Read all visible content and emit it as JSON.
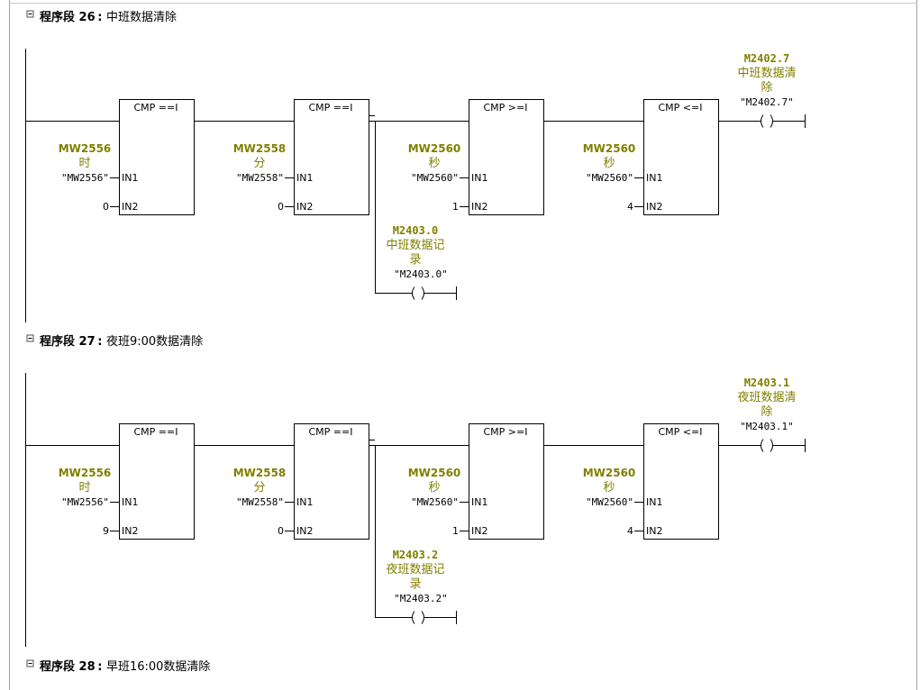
{
  "colors": {
    "background": "#ffffff",
    "wire": "#000000",
    "operand": "#808000",
    "text": "#000000",
    "frame": "#a0a0a0"
  },
  "networks": [
    {
      "label": "程序段",
      "number": "26",
      "title": "中班数据清除",
      "comparators": [
        {
          "title": "CMP ==I",
          "address": "MW2556",
          "symbol": "时",
          "symbol_quoted": "\"MW2556\"",
          "in1_label": "IN1",
          "in2_label": "IN2",
          "in2_value": "0"
        },
        {
          "title": "CMP ==I",
          "address": "MW2558",
          "symbol": "分",
          "symbol_quoted": "\"MW2558\"",
          "in1_label": "IN1",
          "in2_label": "IN2",
          "in2_value": "0"
        },
        {
          "title": "CMP >=I",
          "address": "MW2560",
          "symbol": "秒",
          "symbol_quoted": "\"MW2560\"",
          "in1_label": "IN1",
          "in2_label": "IN2",
          "in2_value": "1"
        },
        {
          "title": "CMP <=I",
          "address": "MW2560",
          "symbol": "秒",
          "symbol_quoted": "\"MW2560\"",
          "in1_label": "IN1",
          "in2_label": "IN2",
          "in2_value": "4"
        }
      ],
      "coil_main": {
        "address": "M2402.7",
        "comment_lines": [
          "中班数据清",
          "除"
        ],
        "symbol_quoted": "\"M2402.7\""
      },
      "coil_branch": {
        "address": "M2403.0",
        "comment_lines": [
          "中班数据记",
          "录"
        ],
        "symbol_quoted": "\"M2403.0\""
      }
    },
    {
      "label": "程序段",
      "number": "27",
      "title": "夜班9:00数据清除",
      "comparators": [
        {
          "title": "CMP ==I",
          "address": "MW2556",
          "symbol": "时",
          "symbol_quoted": "\"MW2556\"",
          "in1_label": "IN1",
          "in2_label": "IN2",
          "in2_value": "9"
        },
        {
          "title": "CMP ==I",
          "address": "MW2558",
          "symbol": "分",
          "symbol_quoted": "\"MW2558\"",
          "in1_label": "IN1",
          "in2_label": "IN2",
          "in2_value": "0"
        },
        {
          "title": "CMP >=I",
          "address": "MW2560",
          "symbol": "秒",
          "symbol_quoted": "\"MW2560\"",
          "in1_label": "IN1",
          "in2_label": "IN2",
          "in2_value": "1"
        },
        {
          "title": "CMP <=I",
          "address": "MW2560",
          "symbol": "秒",
          "symbol_quoted": "\"MW2560\"",
          "in1_label": "IN1",
          "in2_label": "IN2",
          "in2_value": "4"
        }
      ],
      "coil_main": {
        "address": "M2403.1",
        "comment_lines": [
          "夜班数据清",
          "除"
        ],
        "symbol_quoted": "\"M2403.1\""
      },
      "coil_branch": {
        "address": "M2403.2",
        "comment_lines": [
          "夜班数据记",
          "录"
        ],
        "symbol_quoted": "\"M2403.2\""
      }
    },
    {
      "label": "程序段",
      "number": "28",
      "title": "早班16:00数据清除"
    }
  ]
}
